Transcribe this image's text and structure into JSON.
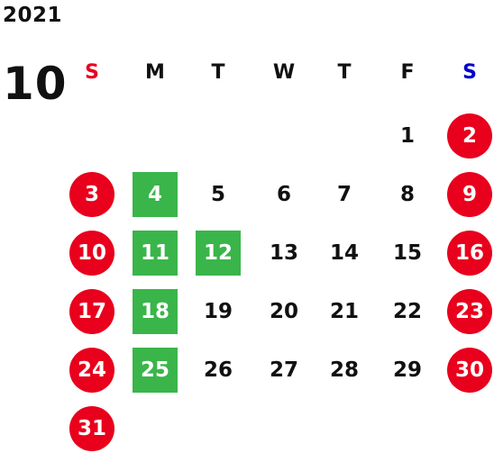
{
  "calendar": {
    "year": "2021",
    "month": "10",
    "weekdays": [
      {
        "label": "S",
        "color": "#e8001c"
      },
      {
        "label": "M",
        "color": "#111111"
      },
      {
        "label": "T",
        "color": "#111111"
      },
      {
        "label": "W",
        "color": "#111111"
      },
      {
        "label": "T",
        "color": "#111111"
      },
      {
        "label": "F",
        "color": "#111111"
      },
      {
        "label": "S",
        "color": "#0000cc"
      }
    ],
    "first_weekday_index": 5,
    "days": [
      {
        "day": "1",
        "style": "normal"
      },
      {
        "day": "2",
        "style": "holiday"
      },
      {
        "day": "3",
        "style": "holiday"
      },
      {
        "day": "4",
        "style": "highlight"
      },
      {
        "day": "5",
        "style": "normal"
      },
      {
        "day": "6",
        "style": "normal"
      },
      {
        "day": "7",
        "style": "normal"
      },
      {
        "day": "8",
        "style": "normal"
      },
      {
        "day": "9",
        "style": "holiday"
      },
      {
        "day": "10",
        "style": "holiday"
      },
      {
        "day": "11",
        "style": "highlight"
      },
      {
        "day": "12",
        "style": "highlight"
      },
      {
        "day": "13",
        "style": "normal"
      },
      {
        "day": "14",
        "style": "normal"
      },
      {
        "day": "15",
        "style": "normal"
      },
      {
        "day": "16",
        "style": "holiday"
      },
      {
        "day": "17",
        "style": "holiday"
      },
      {
        "day": "18",
        "style": "highlight"
      },
      {
        "day": "19",
        "style": "normal"
      },
      {
        "day": "20",
        "style": "normal"
      },
      {
        "day": "21",
        "style": "normal"
      },
      {
        "day": "22",
        "style": "normal"
      },
      {
        "day": "23",
        "style": "holiday"
      },
      {
        "day": "24",
        "style": "holiday"
      },
      {
        "day": "25",
        "style": "highlight"
      },
      {
        "day": "26",
        "style": "normal"
      },
      {
        "day": "27",
        "style": "normal"
      },
      {
        "day": "28",
        "style": "normal"
      },
      {
        "day": "29",
        "style": "normal"
      },
      {
        "day": "30",
        "style": "holiday"
      },
      {
        "day": "31",
        "style": "holiday"
      }
    ],
    "colors": {
      "holiday_bg": "#e8001c",
      "highlight_bg": "#3ab54a",
      "text": "#111111",
      "inverse_text": "#ffffff"
    }
  }
}
